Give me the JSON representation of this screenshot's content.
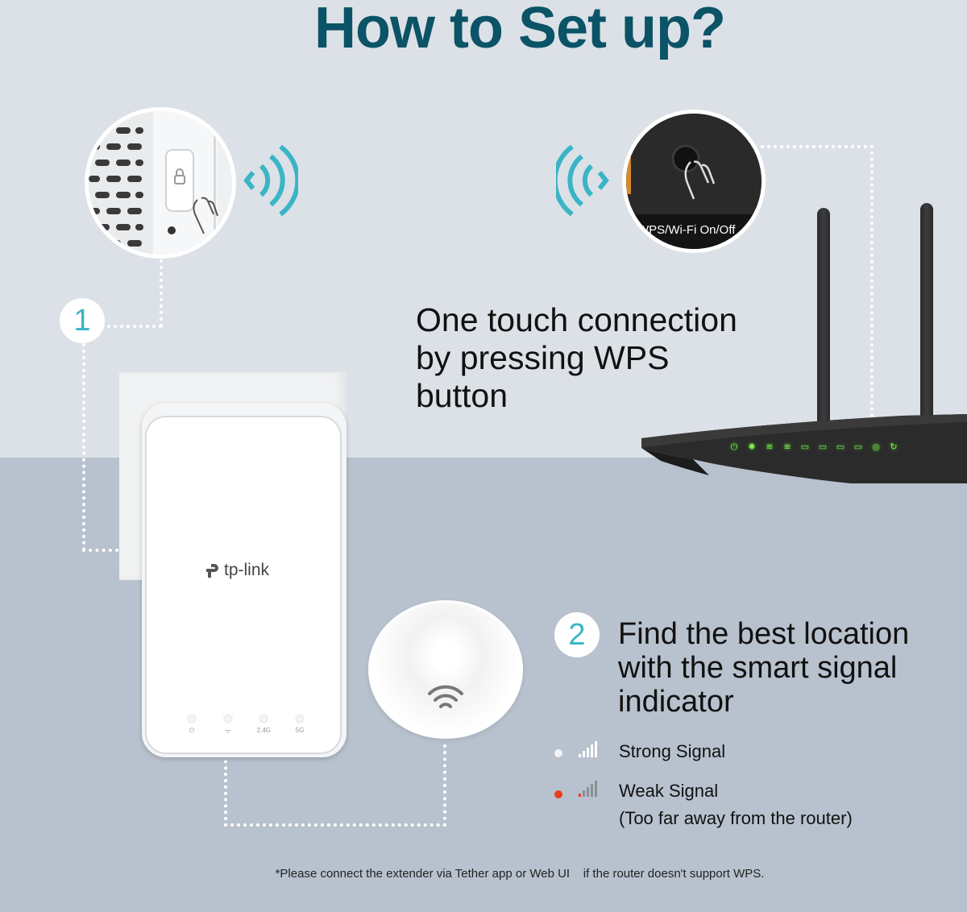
{
  "title": "How to Set up?",
  "step1": {
    "number": "1",
    "heading_lines": [
      "One touch connection",
      "by pressing WPS",
      "button"
    ]
  },
  "router_zoom_label": "WPS/Wi-Fi On/Off",
  "extender": {
    "brand": "tp-link",
    "leds": [
      {
        "icon": "power-icon",
        "label": "⏻"
      },
      {
        "icon": "wifi-icon",
        "label": "ᯤ"
      },
      {
        "icon": "band-24g",
        "label": "2.4G"
      },
      {
        "icon": "band-5g",
        "label": "5G"
      }
    ]
  },
  "step2": {
    "number": "2",
    "heading_lines": [
      "Find the best location",
      "with the smart signal",
      "indicator"
    ]
  },
  "legend": [
    {
      "label": "Strong Signal",
      "dot_color": "#f2f2f2",
      "bars_active_color": "#ffffff",
      "sublabel": ""
    },
    {
      "label": "Weak Signal",
      "dot_color": "#e8401c",
      "bars_active_color": "#e8401c",
      "sublabel": "(Too far away from the router)"
    }
  ],
  "footnote": "*Please connect the extender via Tether app or Web UI    if the router doesn't support WPS.",
  "colors": {
    "title": "#0b5366",
    "accent": "#3ab5c6",
    "weak": "#e8401c",
    "router_led": "#7dee4a"
  }
}
